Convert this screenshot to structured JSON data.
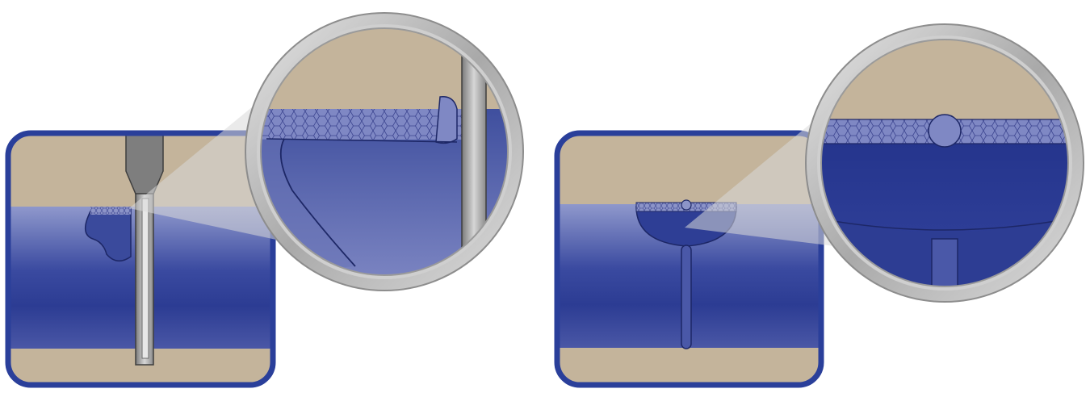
{
  "panels": [
    {
      "id": "left-panel",
      "kind": "immersion-probe"
    },
    {
      "id": "right-panel",
      "kind": "meniscus-stem"
    }
  ],
  "colors": {
    "frame": "#2a3f9a",
    "sand": "#c4b49b",
    "liquid_top": "#8a95c9",
    "liquid_mid": "#2e3f95",
    "liquid_deep": "#25348a",
    "metal_dark": "#6e6e6e",
    "metal_light": "#c7c7c7",
    "lens_rim": "#bcbcbc",
    "beam": "#d9d9d9"
  }
}
